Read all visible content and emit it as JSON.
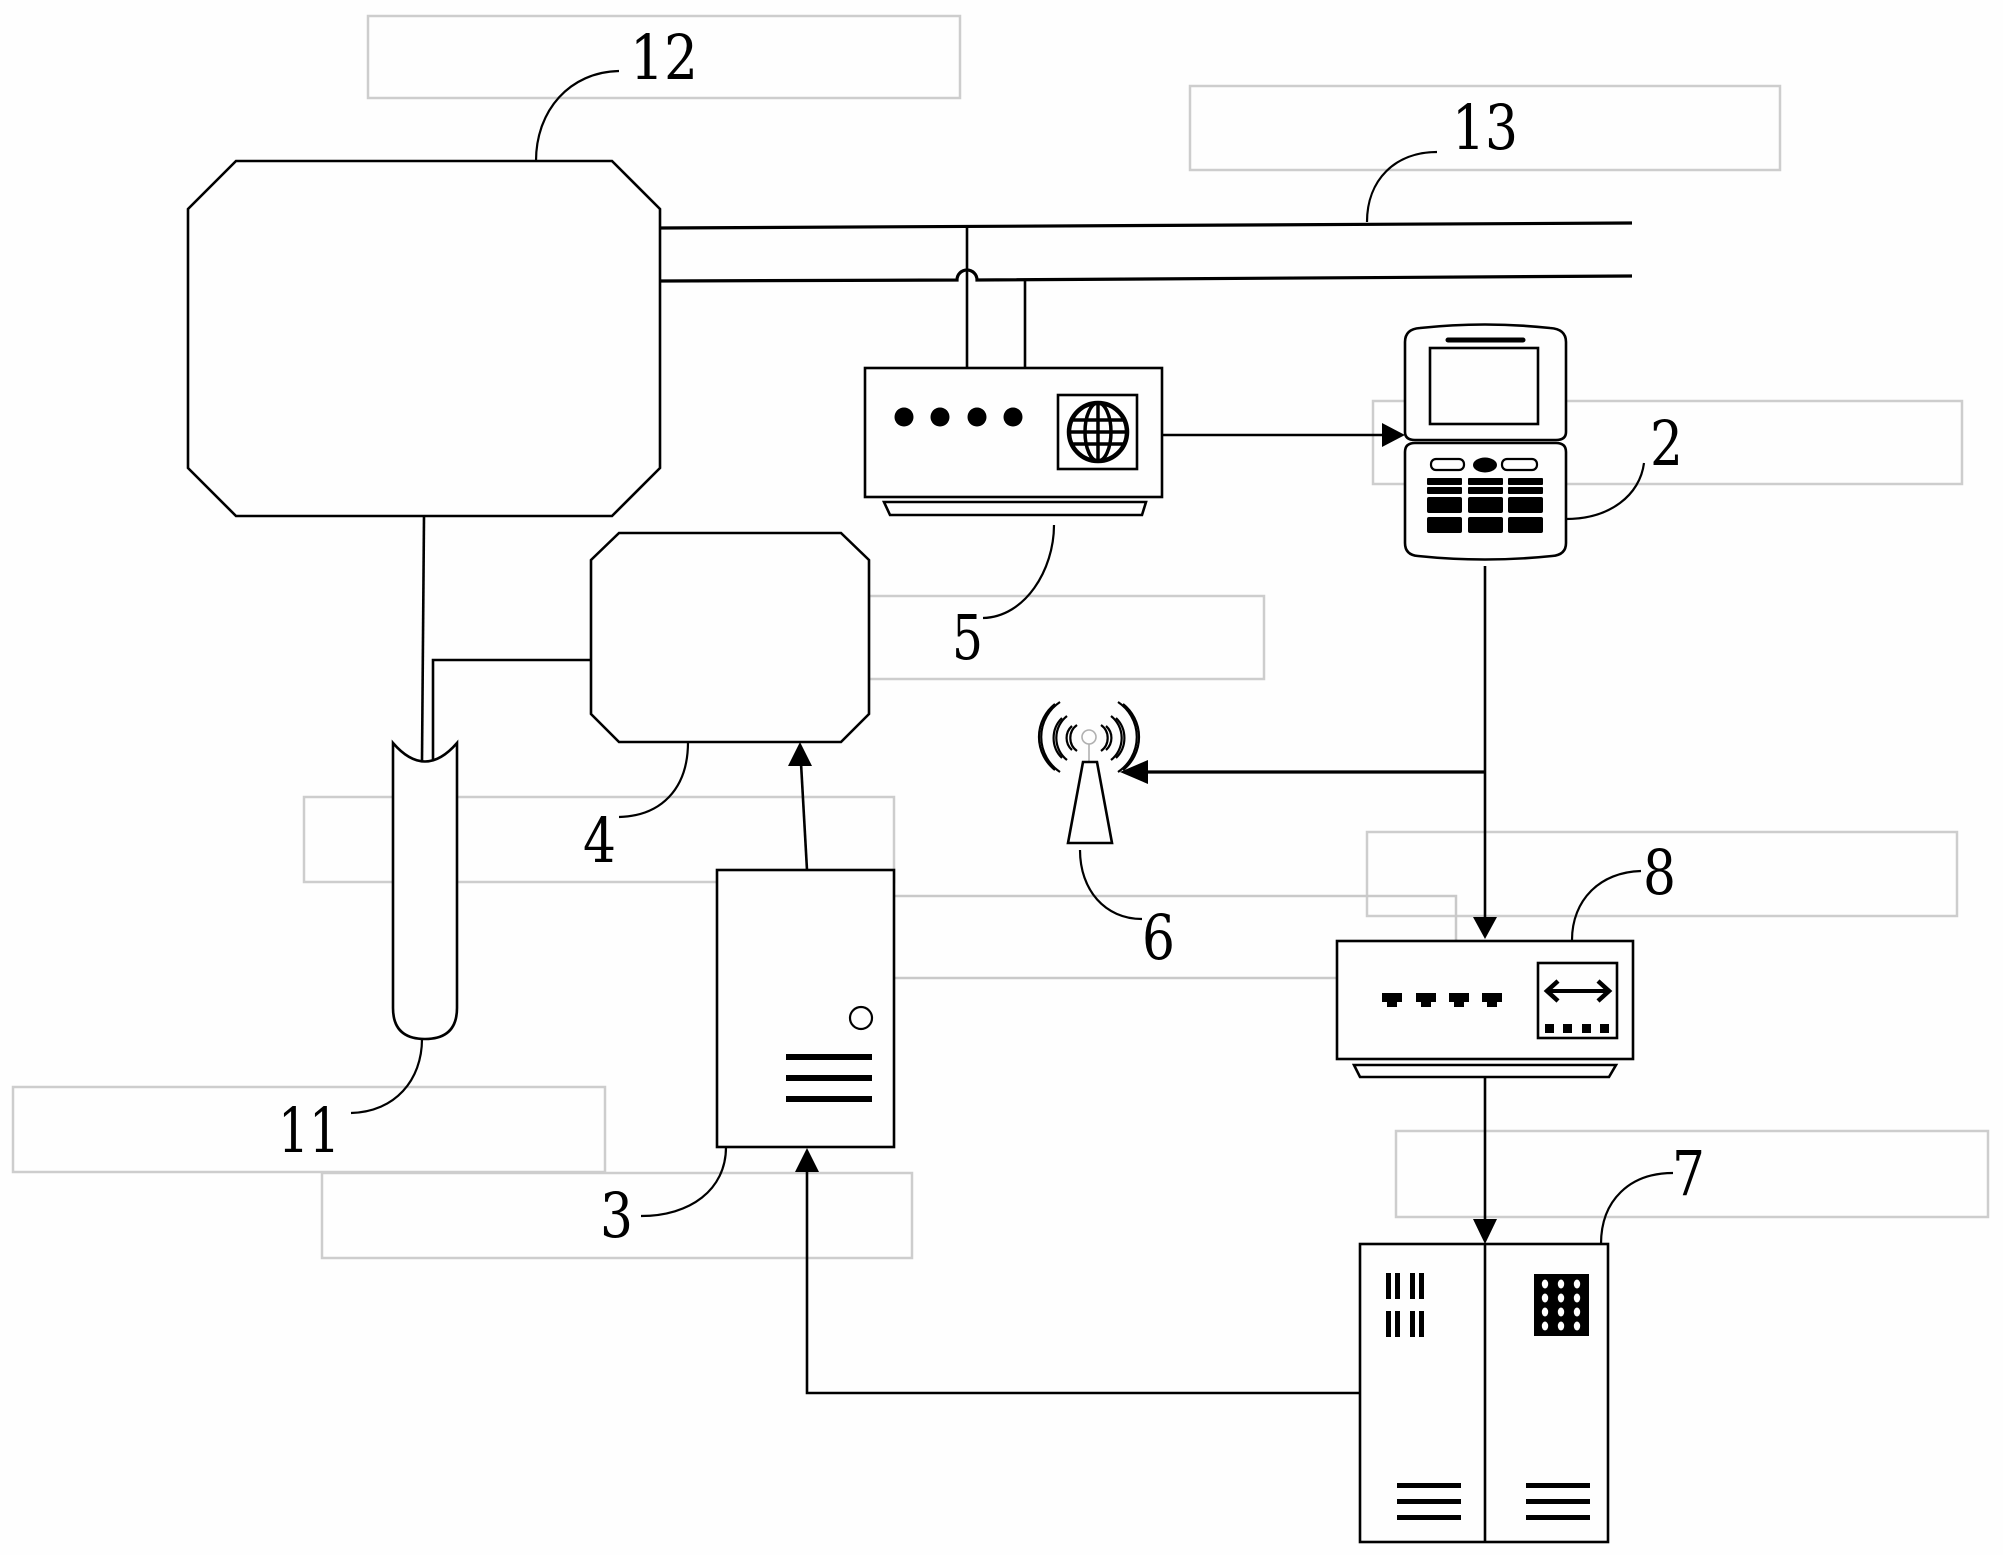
{
  "figure": {
    "type": "system block diagram (patent drawing)",
    "background_color": "#fefefe",
    "line_color": "#000000",
    "label_box_color": "#cdcdcd"
  },
  "components": [
    {
      "ref": "12",
      "name": "main-unit",
      "icon": "octagon-block"
    },
    {
      "ref": "13",
      "name": "bus-lines",
      "icon": "parallel-lines"
    },
    {
      "ref": "5",
      "name": "network-router",
      "icon": "router-globe-icon"
    },
    {
      "ref": "2",
      "name": "mobile-phone",
      "icon": "flip-phone-icon"
    },
    {
      "ref": "4",
      "name": "control-unit",
      "icon": "octagon-block"
    },
    {
      "ref": "11",
      "name": "sensor-probe",
      "icon": "capsule-probe"
    },
    {
      "ref": "3",
      "name": "server",
      "icon": "server-tower-icon"
    },
    {
      "ref": "6",
      "name": "wireless-antenna",
      "icon": "antenna-tower-icon"
    },
    {
      "ref": "8",
      "name": "network-switch",
      "icon": "switch-icon"
    },
    {
      "ref": "7",
      "name": "storage-cabinet",
      "icon": "cabinet-icon"
    }
  ],
  "labels": {
    "l12": "12",
    "l13": "13",
    "l2": "2",
    "l5": "5",
    "l4": "4",
    "l6": "6",
    "l8": "8",
    "l11": "11",
    "l3": "3",
    "l7": "7"
  },
  "connections": [
    {
      "from": "12",
      "to": "13",
      "kind": "line"
    },
    {
      "from": "13",
      "to": "5",
      "kind": "line"
    },
    {
      "from": "5",
      "to": "2",
      "kind": "arrow"
    },
    {
      "from": "2",
      "to": "6",
      "kind": "arrow"
    },
    {
      "from": "2",
      "to": "8",
      "kind": "arrow"
    },
    {
      "from": "8",
      "to": "7",
      "kind": "arrow"
    },
    {
      "from": "7",
      "to": "3",
      "kind": "arrow"
    },
    {
      "from": "3",
      "to": "4",
      "kind": "arrow"
    },
    {
      "from": "12",
      "to": "11",
      "kind": "line"
    },
    {
      "from": "4",
      "to": "11",
      "kind": "line"
    }
  ]
}
